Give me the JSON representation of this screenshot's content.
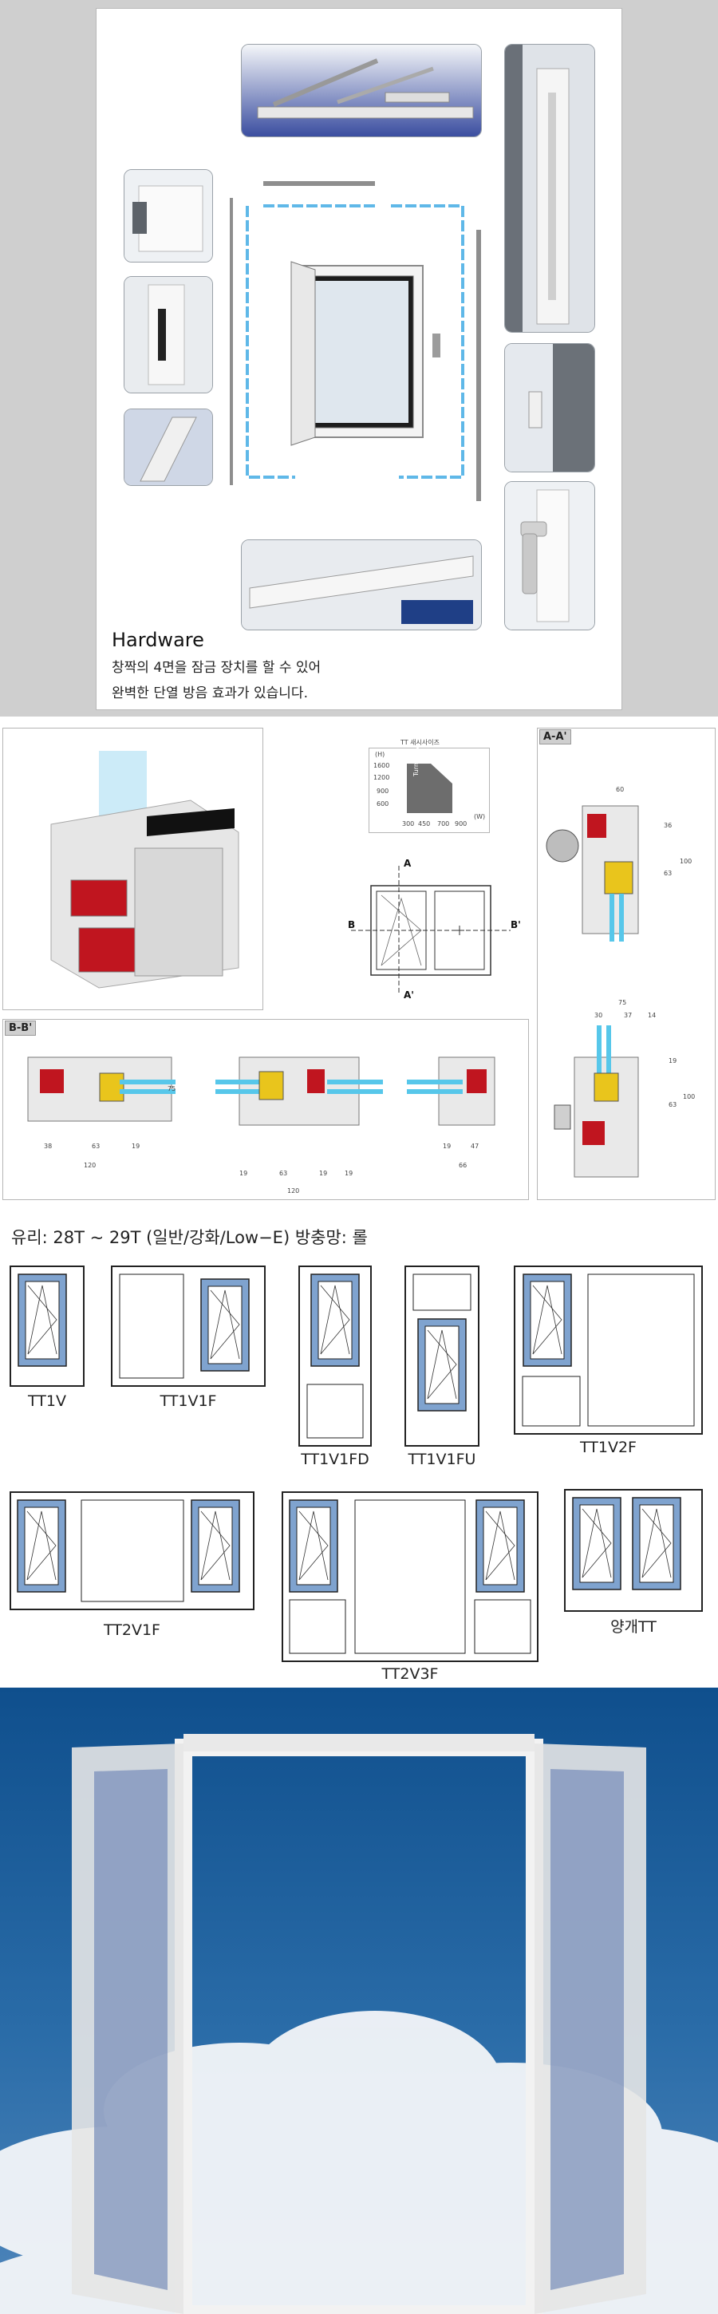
{
  "hardware": {
    "title": "Hardware",
    "line1": "창짝의 4면을 잠금 장치를 할 수 있어",
    "line2": "완벽한 단열 방음 효과가 있습니다."
  },
  "size_chart": {
    "title": "TT 새시사이즈",
    "y_unit": "(H)",
    "x_unit": "(W)",
    "y_ticks": [
      "1600",
      "1200",
      "900",
      "600"
    ],
    "x_ticks": [
      "300",
      "450",
      "700",
      "900"
    ],
    "area_label": "Turn Only"
  },
  "sections": {
    "aa_tag": "A-A'",
    "bb_tag": "B-B'",
    "a": "A",
    "a_prime": "A'",
    "b": "B",
    "b_prime": "B'"
  },
  "dims": {
    "aa_top_w": "60",
    "aa_top_h1": "36",
    "aa_top_h2": "63",
    "aa_top_h3": "100",
    "aa_bot_w": "75",
    "aa_bot_w1": "30",
    "aa_bot_w2": "37",
    "aa_bot_w3": "14",
    "aa_bot_h1": "19",
    "aa_bot_h2": "63",
    "aa_bot_h3": "100",
    "bb1_h": "75",
    "bb1_w1": "38",
    "bb1_w2": "63",
    "bb1_w3": "19",
    "bb1_total": "120",
    "bb2_w1": "19",
    "bb2_w2": "63",
    "bb2_w3": "19",
    "bb2_w4": "19",
    "bb2_total": "120",
    "bb3_w1": "19",
    "bb3_w2": "47",
    "bb3_total": "66"
  },
  "spec": "유리: 28T ~ 29T (일반/강화/Low−E)  방충망: 롤",
  "window_types": [
    "TT1V",
    "TT1V1F",
    "TT1V1FD",
    "TT1V1FU",
    "TT1V2F",
    "TT2V1F",
    "TT2V3F",
    "양개TT"
  ],
  "colors": {
    "frame_blue": "#7fa3cf",
    "sky_blue": "#1f5f98",
    "reinforcement_red": "#c0151f",
    "gasket_yellow": "#e9c51c",
    "glass_cyan": "#57c7ea"
  }
}
